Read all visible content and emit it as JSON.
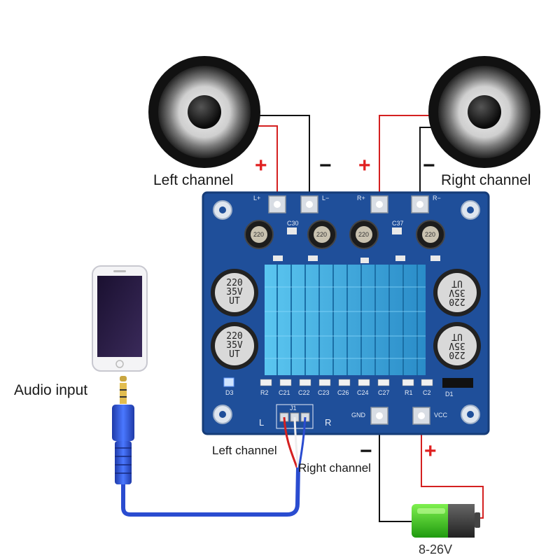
{
  "labels": {
    "left_channel": "Left channel",
    "right_channel": "Right channel",
    "audio_input": "Audio input",
    "input_left_channel": "Left channel",
    "input_right_channel": "Right channel",
    "voltage": "8-26V"
  },
  "signs": {
    "plus": "+",
    "minus": "−"
  },
  "pcb": {
    "terminals_top": [
      "L+",
      "L−",
      "R+",
      "R−"
    ],
    "terminal_power": [
      "GND",
      "VCC"
    ],
    "input_marks": [
      "L",
      "R"
    ],
    "input_header": "J1",
    "inductor_values": [
      "220",
      "220",
      "220",
      "220"
    ],
    "cap_left": [
      "220",
      "35V",
      "UT"
    ],
    "cap_right": [
      "220",
      "35V",
      "UT"
    ],
    "silkscreen": [
      "C30",
      "C37",
      "R2",
      "C21",
      "C22",
      "C23",
      "C26",
      "C24",
      "C27",
      "R1",
      "C2",
      "D1",
      "D3"
    ]
  },
  "colors": {
    "pcb_blue": "#1f4f9a",
    "heatsink": "#3aa8e0",
    "wire_red": "#d42020",
    "wire_black": "#111111",
    "battery_green": "#35c21a",
    "cable_blue": "#2a4cd0"
  }
}
